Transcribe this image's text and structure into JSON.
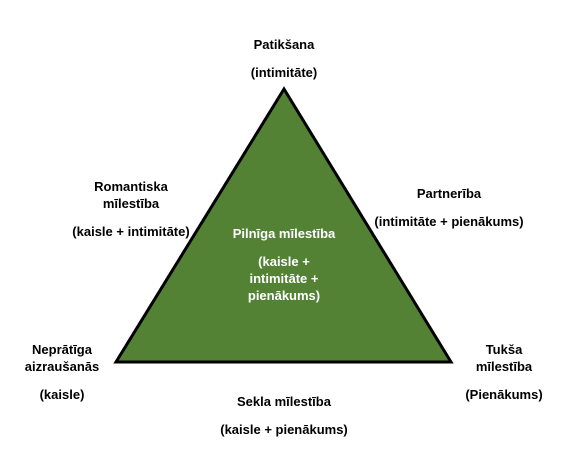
{
  "colors": {
    "triangle_fill": "#548235",
    "triangle_stroke": "#000000",
    "center_text": "#ffffff"
  },
  "top": {
    "title": "Patikšana",
    "sub": "(intimitāte)"
  },
  "upper_left": {
    "line1": "Romantiska",
    "line2": "mīlestība",
    "sub": "(kaisle + intimitāte)"
  },
  "upper_right": {
    "title": "Partnerība",
    "sub": "(intimitāte + pienākums)"
  },
  "center": {
    "title": "Pilnīga mīlestība",
    "line1": "(kaisle +",
    "line2": "intimitāte +",
    "line3": "pienākums)"
  },
  "lower_left": {
    "line1": "Neprātīga",
    "line2": "aizraušanās",
    "sub": "(kaisle)"
  },
  "lower_right": {
    "line1": "Tukša",
    "line2": "mīlestība",
    "sub": "(Pienākums)"
  },
  "bottom": {
    "title": "Sekla mīlestība",
    "sub": "(kaisle + pienākums)"
  }
}
